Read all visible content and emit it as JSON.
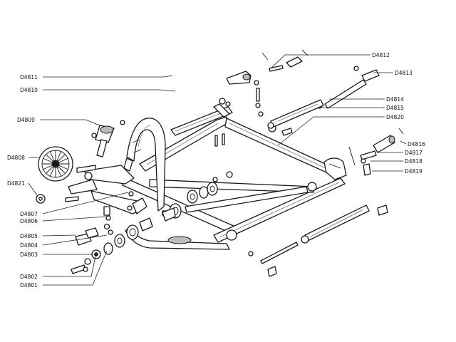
{
  "parts": {
    "D4801": "D4801",
    "D4802": "D4802",
    "D4803": "D4803",
    "D4804": "D4804",
    "D4805": "D4805",
    "D4806": "D4806",
    "D4807": "D4807",
    "D4808": "D4808",
    "D4809": "D4809",
    "D4810": "D4810",
    "D4811": "D4811",
    "D4812": "D4812",
    "D4813": "D4813",
    "D4814": "D4814",
    "D4815": "D4815",
    "D4816": "D4816",
    "D4817": "D4817",
    "D4818": "D4818",
    "D4819": "D4819",
    "D4820": "D4820",
    "D4821": "D4821"
  }
}
